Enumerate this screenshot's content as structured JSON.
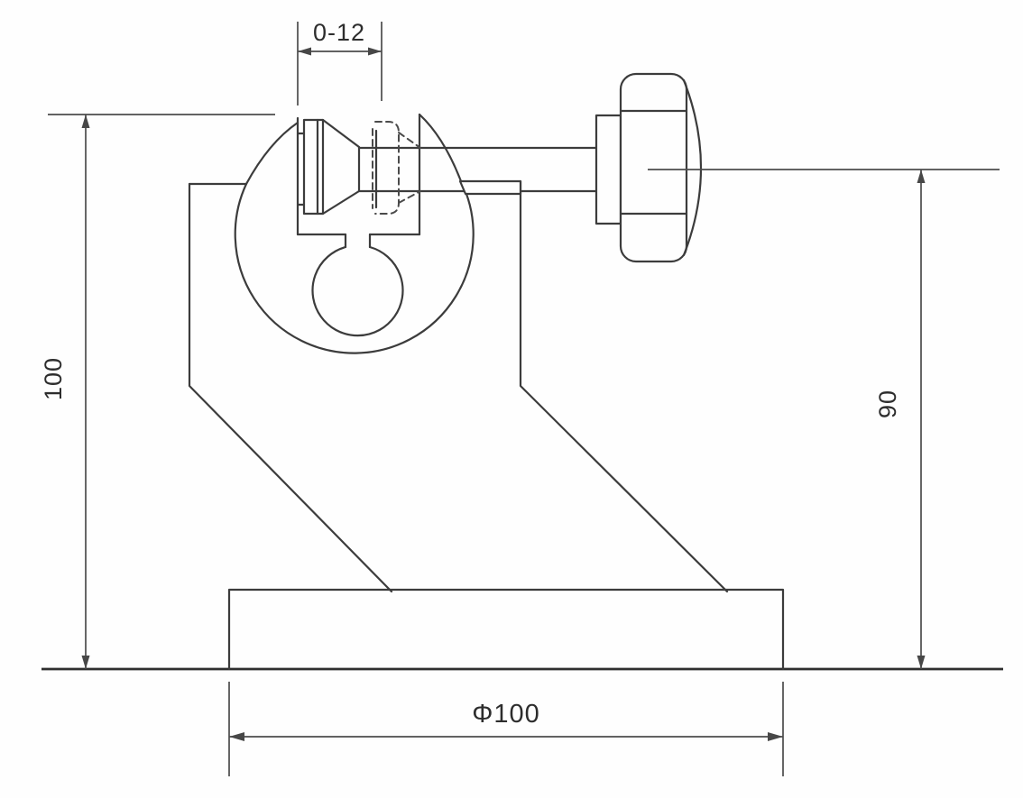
{
  "drawing": {
    "kind": "engineering dimension drawing",
    "subject": "clamp stand with spindle knob, side elevation",
    "background_color": "#fefefe",
    "line_color": "#3c3c3c",
    "dimensions": {
      "jaw_opening": {
        "label": "0-12",
        "orientation": "horizontal",
        "location": "top, between anvil plate and phantom spindle tip"
      },
      "overall_height": {
        "label": "100",
        "orientation": "vertical",
        "location": "left, top of head to ground"
      },
      "spindle_axis_height": {
        "label": "90",
        "orientation": "vertical",
        "location": "right, spindle centerline to ground"
      },
      "base_diameter": {
        "label": "Φ100",
        "orientation": "horizontal",
        "location": "bottom, width of base"
      }
    }
  }
}
